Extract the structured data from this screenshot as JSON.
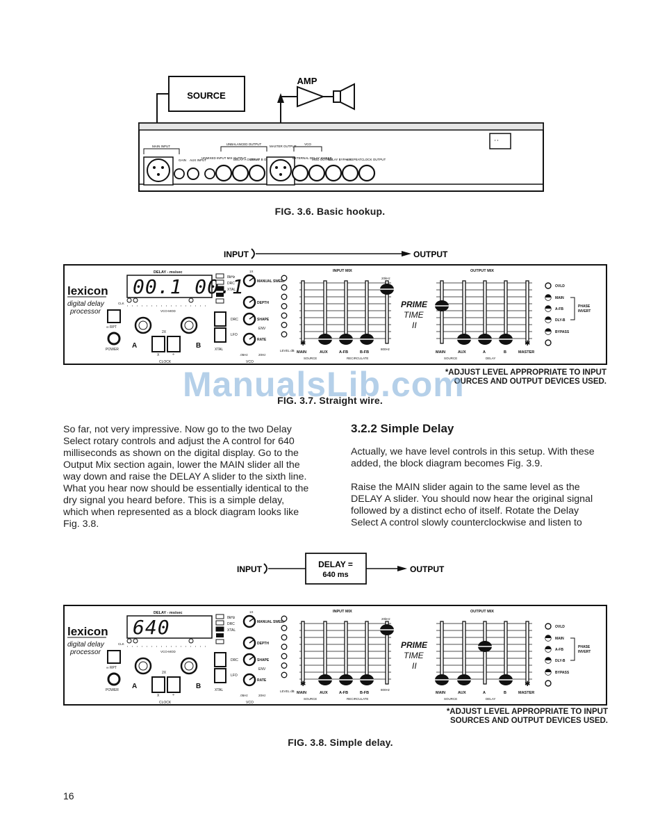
{
  "fig36": {
    "source_label": "SOURCE",
    "amp_label": "AMP",
    "caption": "FIG. 3.6. Basic hookup.",
    "rear_labels": {
      "main_input": "MAIN INPUT",
      "gain": "GAIN",
      "aux_input": "AUX INPUT",
      "unmixed": "UNMIXED",
      "input_mix_output": "INPUT MIX OUTPUT",
      "unbalanced_output": "UNBALANCED OUTPUT",
      "delay_a_output": "DELAY A OUTPUT",
      "delay_b_output": "DELAY B OUTPUT",
      "master_output": "MASTER OUTPUT",
      "vco": "VCO",
      "external_delay_sweep": "EXTERNAL DELAY SWEEP",
      "mod_output": "MOD OUTPUT",
      "delay_bypass": "DELAY BYPASS",
      "inf_repeat": "∞ REPEAT",
      "clock_output": "CLOCK OUTPUT"
    }
  },
  "fig37": {
    "input_label": "INPUT",
    "output_label": "OUTPUT",
    "display": "00.1 00.1",
    "note_line1": "*ADJUST LEVEL APPROPRIATE TO INPUT",
    "note_line2": "OURCES AND OUTPUT DEVICES USED.",
    "caption": "FIG. 3.7. Straight wire."
  },
  "watermark": "ManualsLib.com",
  "panel": {
    "brand": "lexicon",
    "model_line1": "digital delay",
    "model_line2": "processor",
    "delay_title": "DELAY - ms/sec",
    "clk": "CLK",
    "inf_rpt": "∞ RPT",
    "power": "POWER",
    "vco_mod": "VCO-MOD",
    "ind_8khz": "8kHz",
    "ind_drc": "DRC",
    "ind_xtal": "XTAL",
    "label_2x": "2X",
    "label_x": "X",
    "label_div": "÷",
    "clock": "CLOCK",
    "knob_a": "A",
    "knob_b": "B",
    "drc_btn": "DRC",
    "lfo": "LFO",
    "xtal_btn": "XTAL",
    "manual_sweep": "MANUAL SWEEP",
    "depth": "DEPTH",
    "shape": "SHAPE",
    "env": "ENV",
    "rate": "RATE",
    "vco": "VCO",
    "scale_1x": "1X",
    "scale_lo": ".05Hz",
    "scale_hi": "20Hz",
    "level_db": "LEVEL dB",
    "input_mix": "INPUT MIX",
    "output_mix": "OUTPUT MIX",
    "khz20": "20kHz",
    "hz800": "800Hz",
    "in_main": "MAIN",
    "in_aux": "AUX",
    "in_afb": "A-FB",
    "in_bfb": "B-FB",
    "source": "SOURCE",
    "recirculate": "RECIRCULATE",
    "prime1": "PRIME",
    "prime2": "TIME",
    "prime3": "II",
    "out_main": "MAIN",
    "out_aux": "AUX",
    "out_a": "A",
    "out_b": "B",
    "master": "MASTER",
    "delay": "DELAY",
    "ovld": "OVLD",
    "main_led": "MAIN",
    "afb_led": "A-FB",
    "dlyb_led": "DLY-B",
    "bypass_led": "BYPASS",
    "phase": "PHASE",
    "invert": "INVERT"
  },
  "text": {
    "left_para": [
      "So far, not very impressive. Now go to the two Delay",
      "Select rotary controls and adjust the A control for 640",
      "milliseconds as shown on the digital display. Go to the",
      "Output Mix section again, lower the MAIN slider all the",
      "way down and raise the DELAY A slider to the sixth line.",
      "What you hear now should be essentially identical to the",
      "dry signal you heard before. This is a simple delay,",
      "which when represented as a block diagram looks like",
      "Fig. 3.8."
    ],
    "heading": "3.2.2 Simple Delay",
    "right_para1": [
      "Actually, we have level controls in this setup. With these",
      "added, the block diagram becomes Fig. 3.9."
    ],
    "right_para2": [
      "Raise the MAIN slider again to the same level as the",
      "DELAY A slider. You should now hear the original signal",
      "followed by a distinct echo of itself. Rotate the Delay",
      "Select A control slowly counterclockwise and listen to"
    ]
  },
  "fig38": {
    "input_label": "INPUT",
    "output_label": "OUTPUT",
    "box_line1": "DELAY =",
    "box_line2": "640 ms",
    "display": "640",
    "note_line1": "*ADJUST LEVEL APPROPRIATE TO INPUT",
    "note_line2": "SOURCES AND OUTPUT DEVICES USED.",
    "caption": "FIG. 3.8. Simple delay."
  },
  "page_number": "16"
}
